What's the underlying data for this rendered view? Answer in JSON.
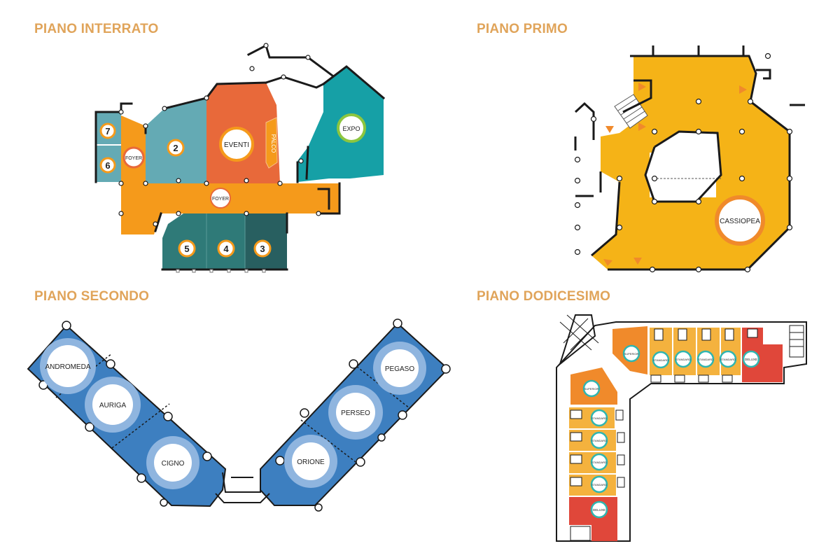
{
  "floors": {
    "interrato": {
      "title": "PIANO INTERRATO",
      "rooms": {
        "r7": "7",
        "r6": "6",
        "foyer_small": "FOYER",
        "r2": "2",
        "eventi": "EVENTI",
        "palco": "PALCO",
        "expo": "EXPO",
        "foyer_main": "FOYER",
        "r5": "5",
        "r4": "4",
        "r3": "3"
      }
    },
    "primo": {
      "title": "PIANO PRIMO",
      "rooms": {
        "cassiopea": "CASSIOPEA"
      }
    },
    "secondo": {
      "title": "PIANO SECONDO",
      "rooms": {
        "andromeda": "ANDROMEDA",
        "auriga": "AURIGA",
        "cigno": "CIGNO",
        "pegaso": "PEGASO",
        "perseo": "PERSEO",
        "orione": "ORIONE"
      }
    },
    "dodicesimo": {
      "title": "PIANO DODICESIMO",
      "rooms": {
        "superior_top": "SUPERIOR",
        "standard_1": "STANDARD",
        "standard_2": "STANDARD",
        "standard_3": "STANDARD",
        "standard_4": "STANDARD",
        "deluxe_top": "DELUXE",
        "superior_side": "SUPERIOR",
        "standard_5": "STANDARD",
        "standard_6": "STANDARD",
        "standard_7": "STANDARD",
        "standard_8": "STANDARD",
        "deluxe_bottom": "DELUXE"
      }
    }
  },
  "colors": {
    "title": "#e0a45a",
    "orange": "#f59a1b",
    "red_orange": "#e8693a",
    "teal_light": "#64aab4",
    "teal_dark": "#2f7a78",
    "teal_expo": "#16a0a6",
    "green_ring": "#8cc63f",
    "yellow": "#f5b317",
    "blue": "#3d7fc0",
    "blue_light": "#8fb5df",
    "red": "#e0473a",
    "suite_orange": "#f08a2b",
    "suite_yellow": "#f4b23e"
  }
}
